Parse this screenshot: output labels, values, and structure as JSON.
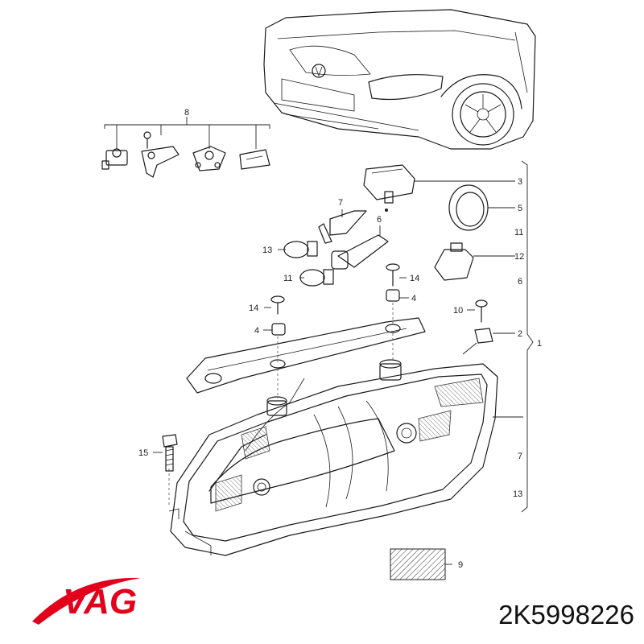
{
  "diagram": {
    "callouts": [
      "8",
      "3",
      "7",
      "5",
      "6",
      "13",
      "11",
      "11",
      "12",
      "14",
      "4",
      "6",
      "14",
      "10",
      "2",
      "4",
      "1",
      "15",
      "7",
      "13",
      "9"
    ]
  },
  "brand": {
    "logo_text": "VAG",
    "logo_color": "#e3001b"
  },
  "part_number": "2K5998226"
}
